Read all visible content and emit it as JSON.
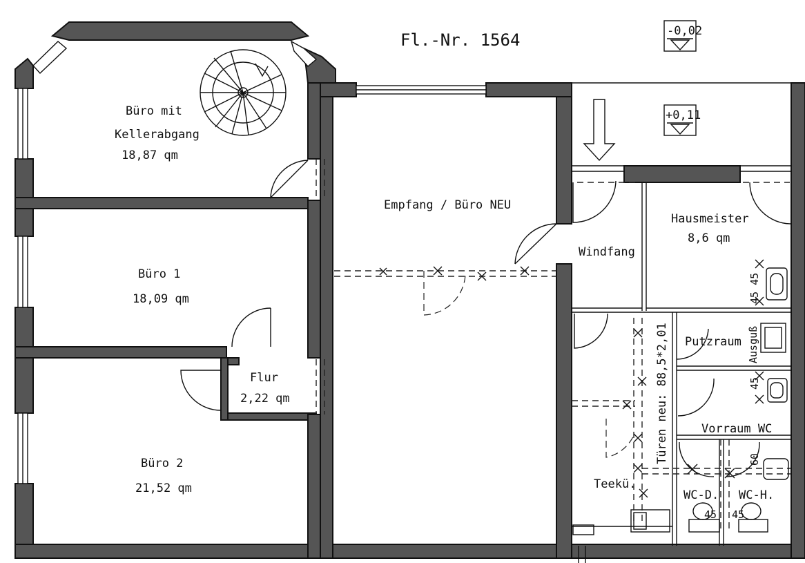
{
  "plot_number": "Fl.-Nr.  1564",
  "levels": {
    "outside": "-0,02",
    "entrance": "+0,11"
  },
  "rooms": {
    "buero_keller": {
      "name_1": "Büro mit",
      "name_2": "Kellerabgang",
      "area": "18,87 qm"
    },
    "buero_1": {
      "name": "Büro  1",
      "area": "18,09 qm"
    },
    "buero_2": {
      "name": "Büro  2",
      "area": "21,52 qm"
    },
    "flur": {
      "name": "Flur",
      "area": "2,22 qm"
    },
    "empfang": {
      "name": "Empfang / Büro NEU"
    },
    "windfang": {
      "name": "Windfang"
    },
    "hausmeister": {
      "name": "Hausmeister",
      "area": "8,6 qm"
    },
    "putzraum": {
      "name": "Putzraum"
    },
    "vorraum_wc": {
      "name": "Vorraum  WC"
    },
    "teekueche": {
      "name": "Teekü."
    },
    "wc_d": {
      "name": "WC-D."
    },
    "wc_h": {
      "name": "WC-H."
    }
  },
  "annotations": {
    "doors_new": "Türen neu: 88,5*2,01",
    "ausguss": "Ausguß",
    "dim_45_45": "45 45",
    "dim_45": "45",
    "dim_60": "60",
    "dim_wc_d": "45",
    "dim_wc_h": "45"
  }
}
